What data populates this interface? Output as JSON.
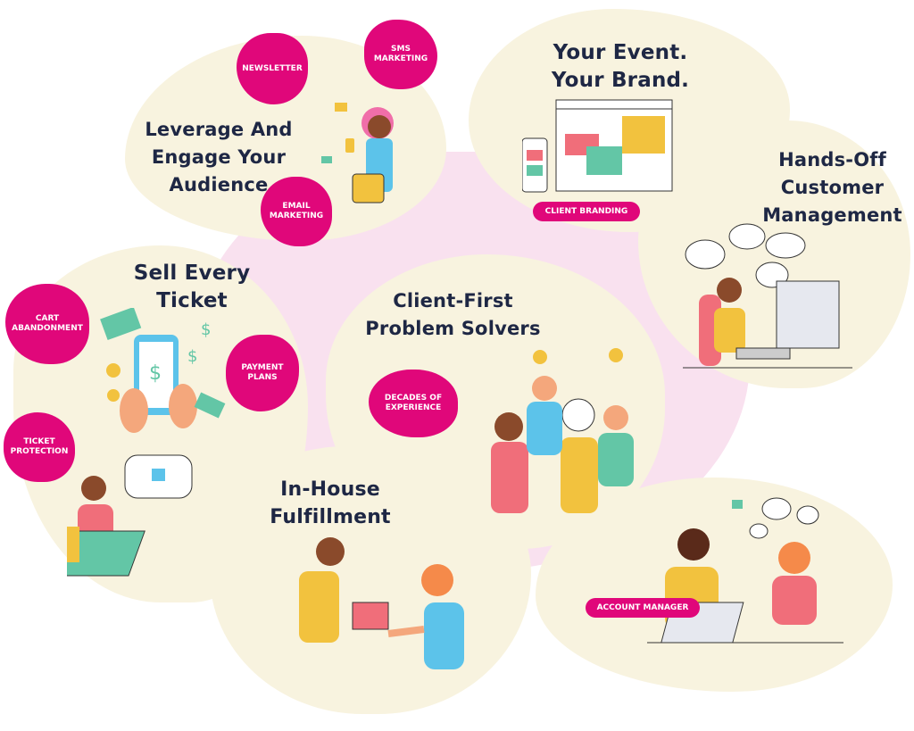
{
  "colors": {
    "cream": "#f8f3df",
    "pink_tag": "#e0077a",
    "connector": "#f9e1ef",
    "text": "#1e2744"
  },
  "sections": {
    "audience": {
      "title_lines": [
        "Leverage And",
        "Engage Your",
        "Audience"
      ],
      "tags": [
        "NEWSLETTER",
        "SMS MARKETING",
        "EMAIL MARKETING"
      ]
    },
    "brand": {
      "title_lines": [
        "Your Event.",
        "Your Brand."
      ],
      "tags": [
        "CLIENT BRANDING"
      ]
    },
    "customer": {
      "title_lines": [
        "Hands-Off",
        "Customer",
        "Management"
      ]
    },
    "tickets": {
      "title_lines": [
        "Sell Every",
        "Ticket"
      ],
      "tags": [
        "CART ABANDONMENT",
        "PAYMENT PLANS",
        "TICKET PROTECTION"
      ]
    },
    "solvers": {
      "title_lines": [
        "Client-First",
        "Problem Solvers"
      ],
      "tags": [
        "DECADES OF EXPERIENCE"
      ]
    },
    "fulfillment": {
      "title_lines": [
        "In-House",
        "Fulfillment"
      ]
    },
    "account": {
      "tags": [
        "ACCOUNT MANAGER"
      ]
    }
  }
}
